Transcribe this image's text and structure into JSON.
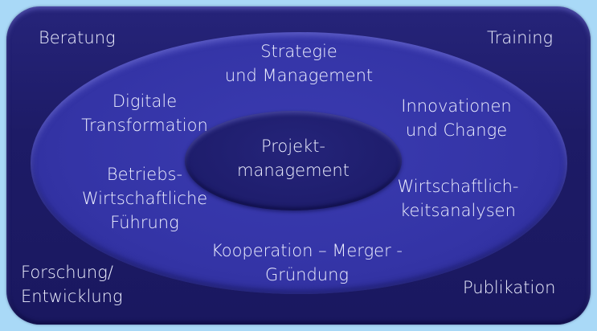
{
  "corners": {
    "top_left": "Beratung",
    "top_right": "Training",
    "bottom_left": [
      "Forschung/",
      "Entwicklung"
    ],
    "bottom_right": "Publikation"
  },
  "ring": {
    "top": [
      "Strategie",
      "und Management"
    ],
    "upper_left": [
      "Digitale",
      "Transformation"
    ],
    "upper_right": [
      "Innovationen",
      "und Change"
    ],
    "lower_left": [
      "Betriebs-",
      "Wirtschaftliche",
      "Führung"
    ],
    "lower_right": [
      "Wirtschaftlich-",
      "keitsanalysen"
    ],
    "bottom": [
      "Kooperation – Merger -",
      "Gründung"
    ]
  },
  "center": [
    "Projekt-",
    "management"
  ]
}
